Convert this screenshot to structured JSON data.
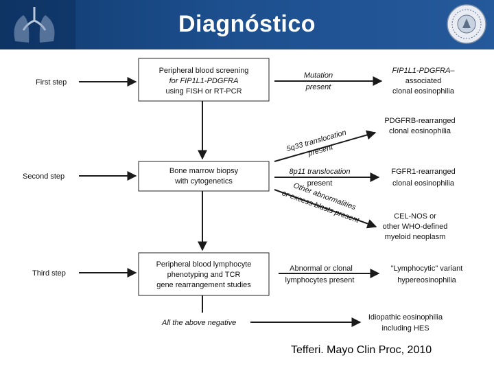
{
  "slide": {
    "title": "Diagnóstico",
    "citation": "Tefferi.  Mayo Clin Proc, 2010"
  },
  "flowchart": {
    "steps": [
      "First step",
      "Second step",
      "Third step"
    ],
    "boxes": {
      "blood_screening": [
        "Peripheral blood screening",
        "for FIP1L1-PDGFRA",
        "using FISH or RT-PCR"
      ],
      "marrow_biopsy": [
        "Bone marrow biopsy",
        "with cytogenetics"
      ],
      "lymphocyte_phenotyping": [
        "Peripheral blood lymphocyte",
        "phenotyping and TCR",
        "gene rearrangement studies"
      ]
    },
    "edge_labels": {
      "mutation_present": [
        "Mutation",
        "present"
      ],
      "translocation_5q33": [
        "5q33 translocation",
        "present"
      ],
      "translocation_8p11": [
        "8p11 translocation",
        "present"
      ],
      "other_abnormalities": [
        "Other abnormalities",
        "or excess blasts present"
      ],
      "abnormal_lymphocytes": [
        "Abnormal or clonal",
        "lymphocytes present"
      ],
      "all_negative": "All the above negative"
    },
    "outcomes": {
      "fip1l1_eosinophilia": [
        "FIP1L1-PDGFRA–",
        "associated",
        "clonal eosinophilia"
      ],
      "pdgfrb_eosinophilia": [
        "PDGFRB-rearranged",
        "clonal eosinophilia"
      ],
      "fgfr1_eosinophilia": [
        "FGFR1-rearranged",
        "clonal eosinophilia"
      ],
      "cel_nos": [
        "CEL-NOS or",
        "other WHO-defined",
        "myeloid neoplasm"
      ],
      "lymphocytic_variant": [
        "\"Lymphocytic\" variant",
        "hypereosinophilia"
      ],
      "idiopathic": [
        "Idiopathic eosinophilia",
        "including HES"
      ]
    }
  }
}
